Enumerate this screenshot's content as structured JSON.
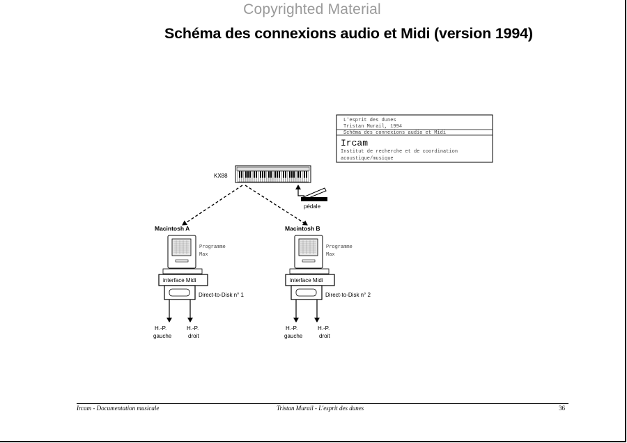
{
  "watermark": "Copyrighted Material",
  "title": "Schéma des connexions audio et Midi (version 1994)",
  "info_box": {
    "line1": "L'esprit des dunes",
    "line2": "Tristan Murail, 1994",
    "line3": "Schéma des connexions audio et Midi",
    "org": "Ircam",
    "org_desc1": "Institut de recherche et de coordination",
    "org_desc2": "acoustique/musique"
  },
  "keyboard": {
    "label": "KX88"
  },
  "pedal": {
    "label": "pédale"
  },
  "mac_a": {
    "label": "Macintosh A",
    "program_l1": "Programme",
    "program_l2": "Max",
    "interface": "interface Midi",
    "disk": "Direct-to-Disk n° 1",
    "out_left_l1": "H.-P.",
    "out_left_l2": "gauche",
    "out_right_l1": "H.-P.",
    "out_right_l2": "droit"
  },
  "mac_b": {
    "label": "Macintosh B",
    "program_l1": "Programme",
    "program_l2": "Max",
    "interface": "interface Midi",
    "disk": "Direct-to-Disk n° 2",
    "out_left_l1": "H.-P.",
    "out_left_l2": "gauche",
    "out_right_l1": "H.-P.",
    "out_right_l2": "droit"
  },
  "footer": {
    "left": "Ircam - Documentation musicale",
    "center": "Tristan Murail - L'esprit des dunes",
    "page": "36"
  }
}
